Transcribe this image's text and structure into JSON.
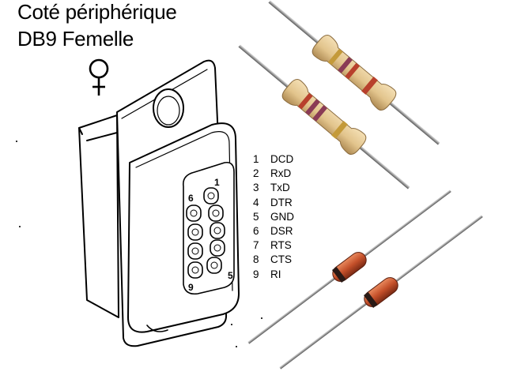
{
  "title": {
    "line1": "Coté périphérique",
    "line2": "DB9 Femelle"
  },
  "connector": {
    "pin_labels": [
      "1",
      "5",
      "6",
      "9"
    ]
  },
  "pinout": [
    {
      "number": "1",
      "name": "DCD"
    },
    {
      "number": "2",
      "name": "RxD"
    },
    {
      "number": "3",
      "name": "TxD"
    },
    {
      "number": "4",
      "name": "DTR"
    },
    {
      "number": "5",
      "name": "GND"
    },
    {
      "number": "6",
      "name": "DSR"
    },
    {
      "number": "7",
      "name": "RTS"
    },
    {
      "number": "8",
      "name": "CTS"
    },
    {
      "number": "9",
      "name": "RI"
    }
  ],
  "colors": {
    "resistor_body": "#e6c892",
    "resistor_band_violet": "#8a3b55",
    "resistor_band_red": "#b8402c",
    "resistor_band_gold": "#c49a3a",
    "diode_body": "#c4502a",
    "diode_band": "#2a1a16"
  }
}
